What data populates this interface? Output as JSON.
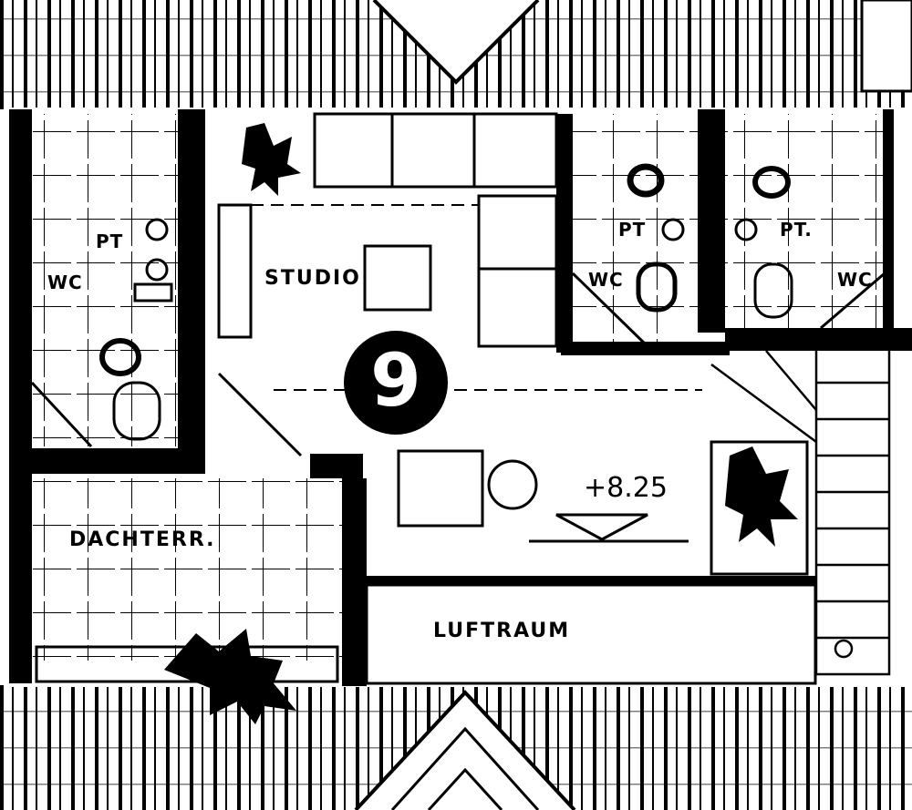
{
  "rooms": {
    "studio": "STUDIO",
    "roof_terrace": "DACHTERR.",
    "void": "LUFTRAUM"
  },
  "unit_number": "9",
  "level_marker": "+8.25",
  "bathrooms": [
    {
      "pt": "PT",
      "wc": "WC"
    },
    {
      "pt": "PT",
      "wc": "WC"
    },
    {
      "pt": "PT.",
      "wc": "WC"
    }
  ],
  "colors": {
    "ink": "#000000",
    "paper": "#ffffff"
  }
}
